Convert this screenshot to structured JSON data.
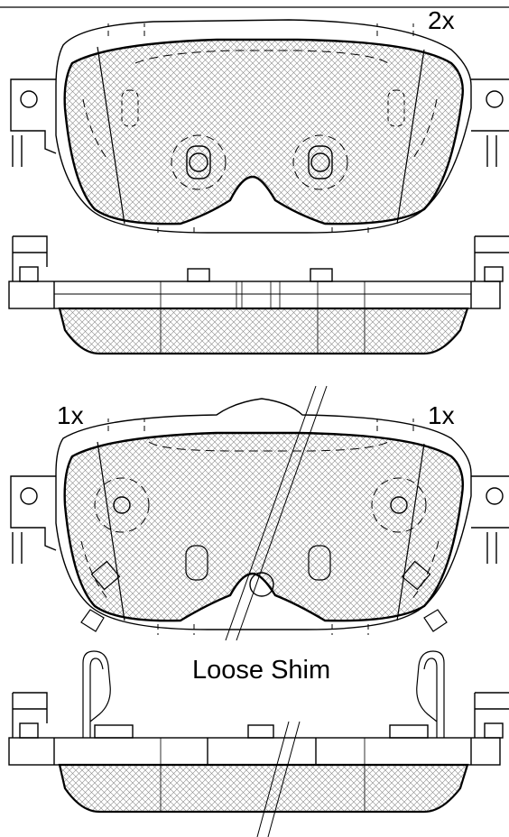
{
  "labels": {
    "top_pad_quantity": "2x",
    "bottom_left_quantity": "1x",
    "bottom_right_quantity": "1x",
    "shim_note": "Loose Shim"
  },
  "colors": {
    "ink": "#000000",
    "hatch": "#7a7a7a",
    "background": "#ffffff"
  }
}
